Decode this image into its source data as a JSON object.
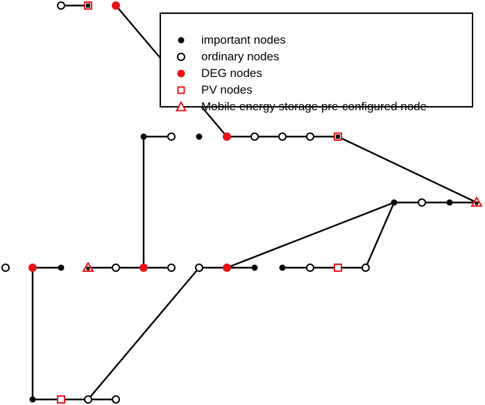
{
  "legend": {
    "items": [
      {
        "key": "important",
        "label": "important nodes"
      },
      {
        "key": "ordinary",
        "label": "ordinary nodes"
      },
      {
        "key": "deg",
        "label": "DEG nodes"
      },
      {
        "key": "pv",
        "label": "PV nodes"
      },
      {
        "key": "storage",
        "label": "Mobile energy storage pre-configured node"
      }
    ]
  },
  "colors": {
    "line": "#000000",
    "important": "#000000",
    "deg": "#e8141b",
    "pv": "#e8141b",
    "storage": "#e8141b"
  },
  "node_types": [
    "important",
    "ordinary",
    "deg",
    "pv",
    "storage"
  ]
}
